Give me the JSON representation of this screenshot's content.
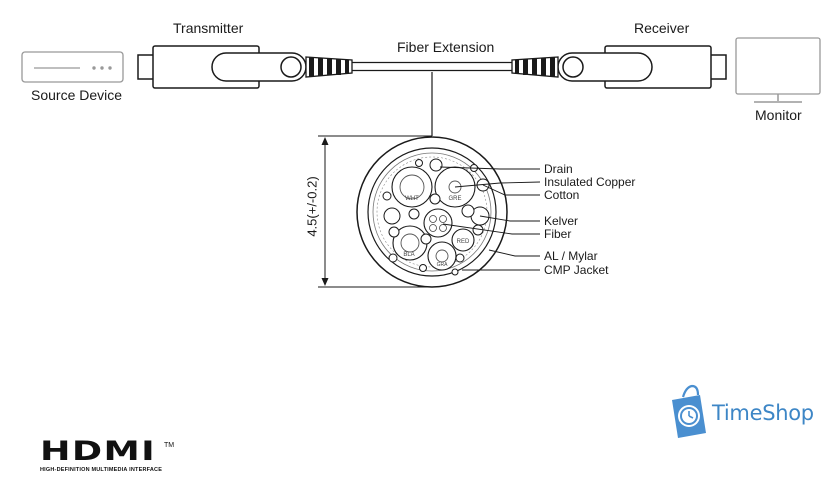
{
  "labels": {
    "transmitter": "Transmitter",
    "receiver": "Receiver",
    "fiber_extension": "Fiber Extension",
    "source_device": "Source Device",
    "monitor": "Monitor",
    "dimension": "4.5(+/-0.2)"
  },
  "cable_layers": [
    "Drain",
    "Insulated Copper",
    "Cotton",
    "Kelver",
    "Fiber",
    "AL / Mylar",
    "CMP Jacket"
  ],
  "conductor_labels": {
    "wht": "WHT",
    "gre": "GRE",
    "red": "RED",
    "bla": "BLA",
    "gra": "GRA"
  },
  "brand": {
    "logo_text": "HDMI",
    "logo_subtitle": "HIGH-DEFINITION MULTIMEDIA INTERFACE",
    "trademark": "TM",
    "shop_name": "TimeShop",
    "shop_color": "#3d86c6"
  }
}
